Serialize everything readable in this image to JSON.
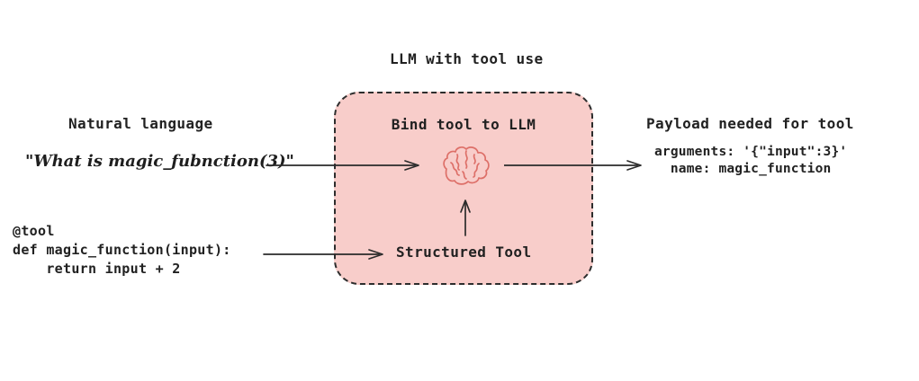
{
  "title": "LLM with tool use",
  "left": {
    "heading": "Natural language",
    "quote": "\"What is magic_fubnction(3)\"",
    "code": "@tool\ndef magic_function(input):\n    return input + 2"
  },
  "center": {
    "heading": "Bind tool to LLM",
    "tool_label": "Structured Tool",
    "icon": "brain-icon",
    "box_fill": "#f8cdca",
    "box_border": "#2d2d2d",
    "brain_stroke": "#dd6f68"
  },
  "right": {
    "heading": "Payload needed for tool",
    "payload": "arguments: '{\"input\":3}'\n  name: magic_function"
  },
  "colors": {
    "background": "#ffffff",
    "text": "#212121",
    "arrow": "#2b2b2b"
  },
  "arrows": [
    {
      "name": "arrow-natural-language-to-llm",
      "from": "natural-language-quote",
      "to": "brain-icon"
    },
    {
      "name": "arrow-tool-code-to-structured-tool",
      "from": "tool-code-block",
      "to": "structured-tool-label"
    },
    {
      "name": "arrow-structured-tool-to-brain",
      "from": "structured-tool-label",
      "to": "brain-icon"
    },
    {
      "name": "arrow-llm-to-payload",
      "from": "brain-icon",
      "to": "payload-code-block"
    }
  ]
}
